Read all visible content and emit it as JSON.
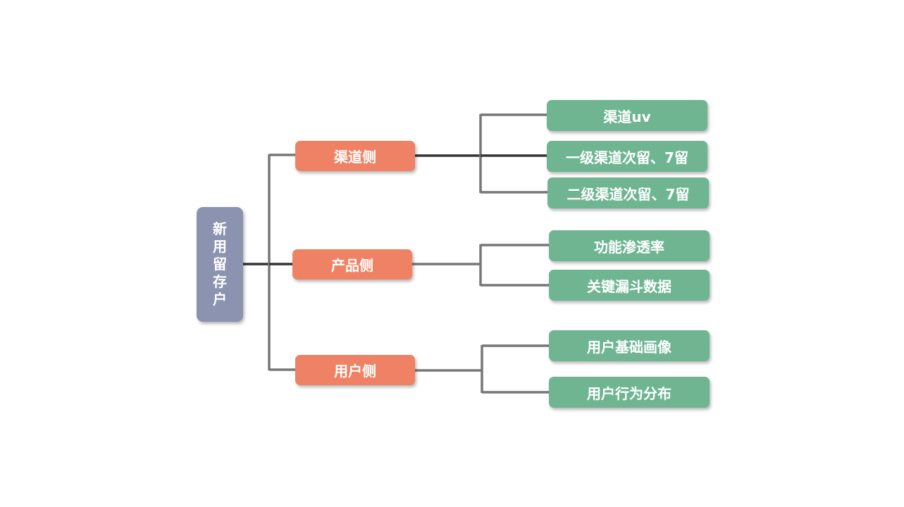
{
  "diagram": {
    "root": {
      "label": "新用留存户",
      "color": "#8c93b0"
    },
    "branches": [
      {
        "label": "渠道侧",
        "color": "#ef8264",
        "children": [
          {
            "label": "渠道uv"
          },
          {
            "label": "一级渠道次留、7留"
          },
          {
            "label": "二级渠道次留、7留"
          }
        ]
      },
      {
        "label": "产品侧",
        "color": "#ef8264",
        "children": [
          {
            "label": "功能渗透率"
          },
          {
            "label": "关键漏斗数据"
          }
        ]
      },
      {
        "label": "用户侧",
        "color": "#ef8264",
        "children": [
          {
            "label": "用户基础画像"
          },
          {
            "label": "用户行为分布"
          }
        ]
      }
    ],
    "leaf_color": "#6fb592",
    "connector_color": "#777777"
  }
}
